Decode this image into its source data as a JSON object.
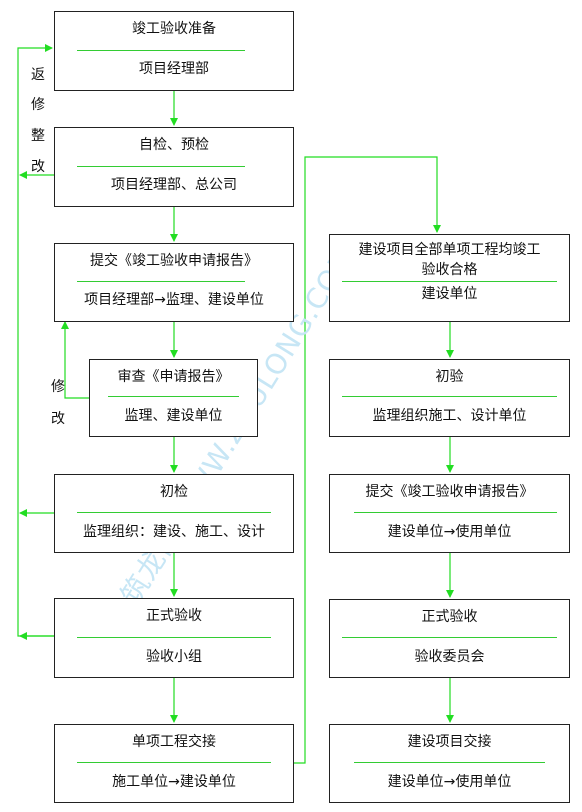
{
  "left": {
    "b1": {
      "title": "竣工验收准备",
      "sub": "项目经理部"
    },
    "b2": {
      "title": "自检、预检",
      "sub": "项目经理部、总公司"
    },
    "b3": {
      "title": "提交《竣工验收申请报告》",
      "sub": "项目经理部→监理、建设单位"
    },
    "b4": {
      "title": "审查《申请报告》",
      "sub": "监理、建设单位"
    },
    "b5": {
      "title": "初检",
      "sub": "监理组织：建设、施工、设计"
    },
    "b6": {
      "title": "正式验收",
      "sub": "验收小组"
    },
    "b7": {
      "title": "单项工程交接",
      "sub": "施工单位→建设单位"
    }
  },
  "right": {
    "r1": {
      "title1": "建设项目全部单项工程均竣工",
      "title2": "验收合格",
      "sub": "建设单位"
    },
    "r2": {
      "title": "初验",
      "sub": "监理组织施工、设计单位"
    },
    "r3": {
      "title": "提交《竣工验收申请报告》",
      "sub": "建设单位→使用单位"
    },
    "r4": {
      "title": "正式验收",
      "sub": "验收委员会"
    },
    "r5": {
      "title": "建设项目交接",
      "sub": "建设单位→使用单位"
    }
  },
  "labels": {
    "rework": [
      "返",
      "修",
      "整",
      "改"
    ],
    "revise": [
      "修",
      "改"
    ]
  },
  "watermark": "筑龙网 WWW.ZHULONG.COM",
  "colors": {
    "arrow": "#33dd33",
    "border": "#222222",
    "watermark": "#c7e6f5"
  }
}
